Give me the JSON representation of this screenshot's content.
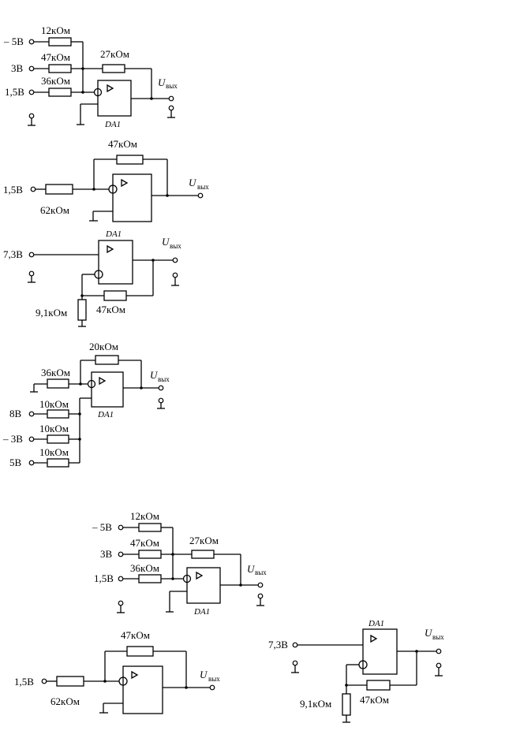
{
  "labels": {
    "r12": "12кОм",
    "r47": "47кОм",
    "r27": "27кОм",
    "r36": "36кОм",
    "r62": "62кОм",
    "r91": "9,1кОм",
    "r20": "20кОм",
    "r10": "10кОм",
    "v_m5": "– 5В",
    "v_3": "3В",
    "v_15": "1,5В",
    "v_73": "7,3В",
    "v_8": "8В",
    "v_m3": "– 3В",
    "v_5": "5В",
    "u_out": "U",
    "u_out_sub": "вых",
    "opamp": "DA1"
  }
}
